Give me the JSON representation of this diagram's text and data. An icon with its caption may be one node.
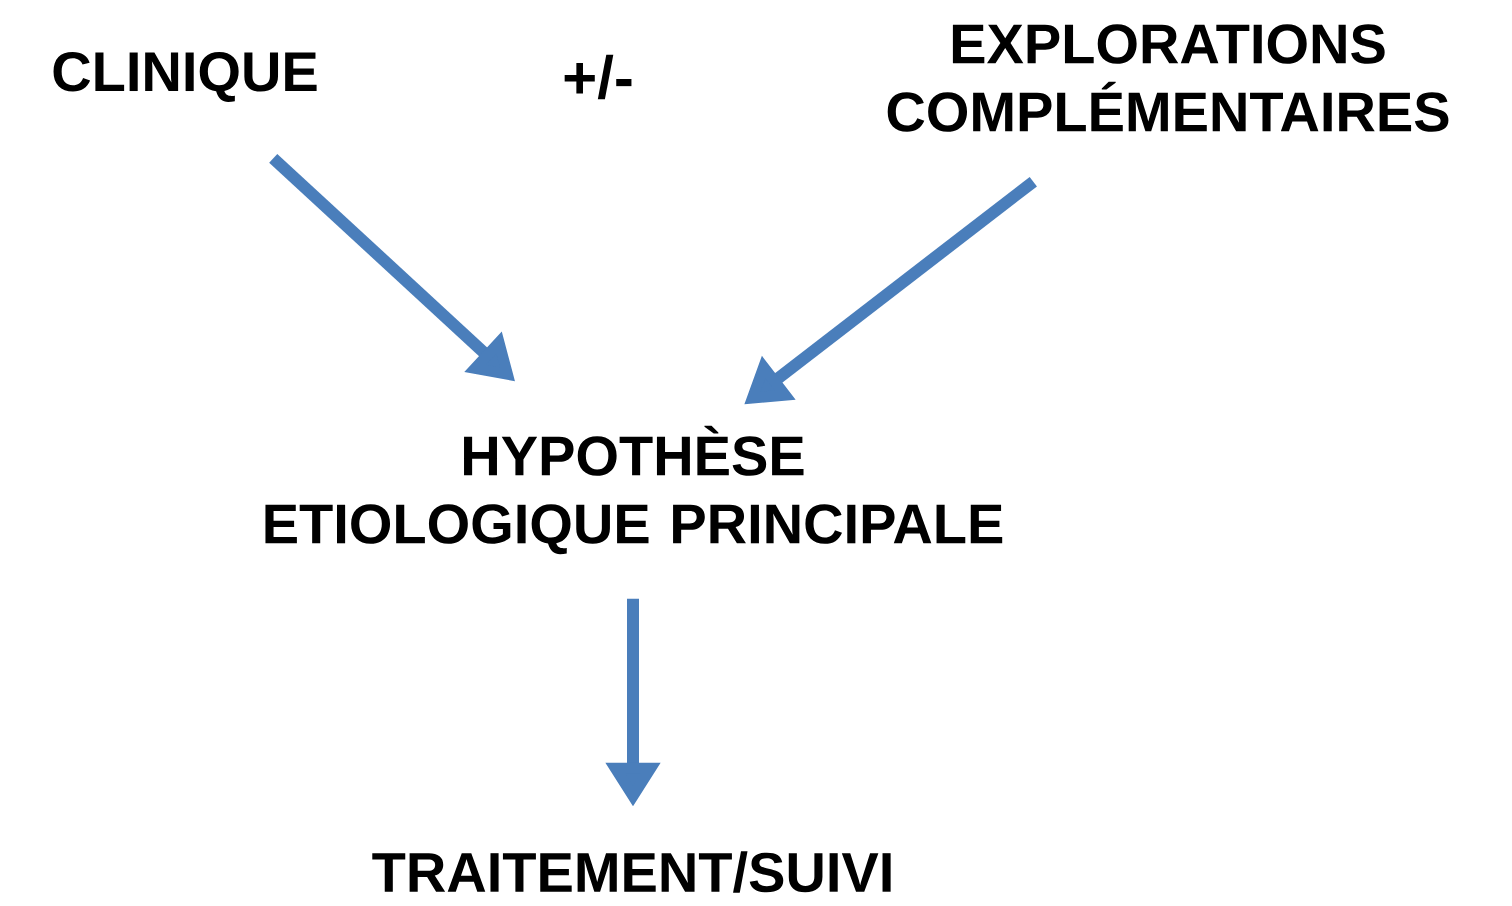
{
  "diagram": {
    "nodes": [
      {
        "text": [
          "CLINIQUE"
        ]
      },
      {
        "text": [
          "EXPLORATIONS COMPLÉMENTAIRES"
        ]
      },
      {
        "text": [
          "HYPOTHÈSE ETIOLOGIQUE PRINCIPALE"
        ]
      },
      {
        "text": [
          "TRAITEMENT/SUIVI"
        ]
      }
    ],
    "edges": [
      {
        "from": 0,
        "to": 2,
        "arrow": "to"
      },
      {
        "from": 1,
        "to": 2,
        "arrow": "to"
      },
      {
        "from": 2,
        "to": 3,
        "arrow": "to"
      }
    ],
    "labels": [
      "+/-"
    ]
  }
}
